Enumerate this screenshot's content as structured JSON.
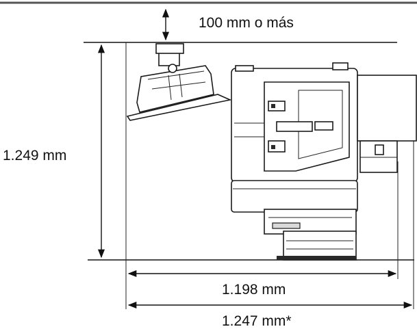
{
  "dimensions": {
    "top_clearance": "100 mm o más",
    "height": "1.249 mm",
    "depth_body": "1.198 mm",
    "depth_total": "1.247 mm*"
  }
}
